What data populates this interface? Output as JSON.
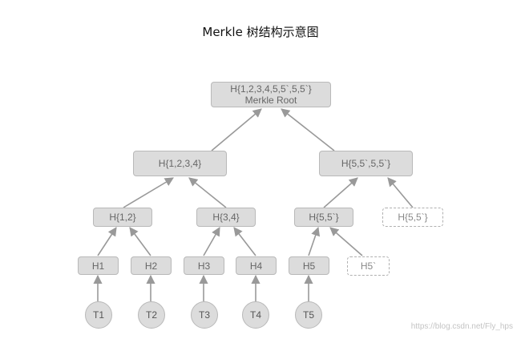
{
  "title": "Merkle 树结构示意图",
  "nodes": {
    "root_line1": "H{1,2,3,4,5,5`,5,5`}",
    "root_line2": "Merkle Root",
    "h1234": "H{1,2,3,4}",
    "h5555": "H{5,5`,5,5`}",
    "h12": "H{1,2}",
    "h34": "H{3,4}",
    "h55": "H{5,5`}",
    "h55_copy": "H{5,5`}",
    "h1": "H1",
    "h2": "H2",
    "h3": "H3",
    "h4": "H4",
    "h5": "H5",
    "h5_copy": "H5`"
  },
  "transactions": [
    "T1",
    "T2",
    "T3",
    "T4",
    "T5"
  ],
  "watermark": "https://blog.csdn.net/Fly_hps",
  "colors": {
    "node_fill": "#dcdcdc",
    "node_border": "#b9b9b9",
    "edge": "#999999",
    "text": "#666666"
  }
}
